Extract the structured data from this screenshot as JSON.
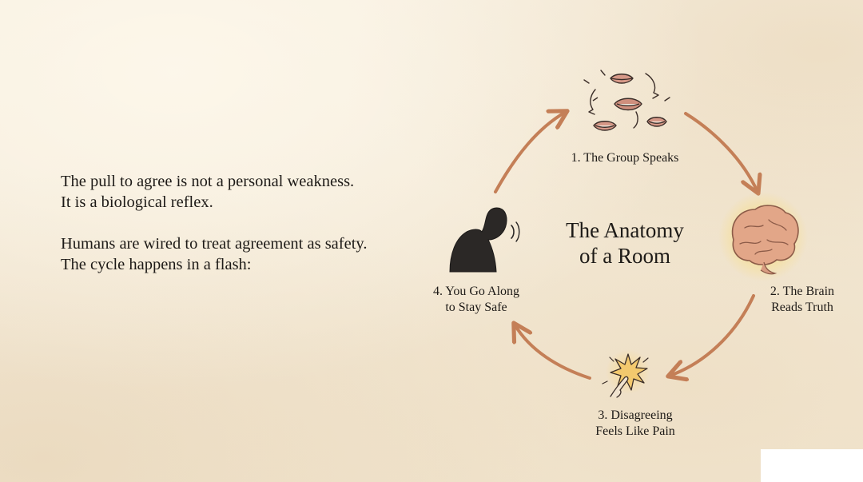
{
  "intro": {
    "line1": "The pull to agree is not a personal weakness.",
    "line2": "It is a biological reflex.",
    "line3": "Humans are wired to treat agreement as safety.",
    "line4": "The cycle happens in a flash:"
  },
  "diagram": {
    "title_line1": "The Anatomy",
    "title_line2": "of a Room",
    "steps": [
      {
        "line1": "1. The Group Speaks",
        "icon": "talking-mouths-icon"
      },
      {
        "line1": "2. The Brain",
        "line2": "Reads Truth",
        "icon": "glowing-brain-icon"
      },
      {
        "line1": "3. Disagreeing",
        "line2": "Feels Like Pain",
        "icon": "pain-burst-icon"
      },
      {
        "line1": "4. You Go Along",
        "line2": "to Stay Safe",
        "icon": "hunched-person-icon"
      }
    ],
    "colors": {
      "arrow": "#c47f57",
      "brain": "#e2a688",
      "brain_glow": "#f7dd85",
      "figure": "#2b2826"
    }
  }
}
